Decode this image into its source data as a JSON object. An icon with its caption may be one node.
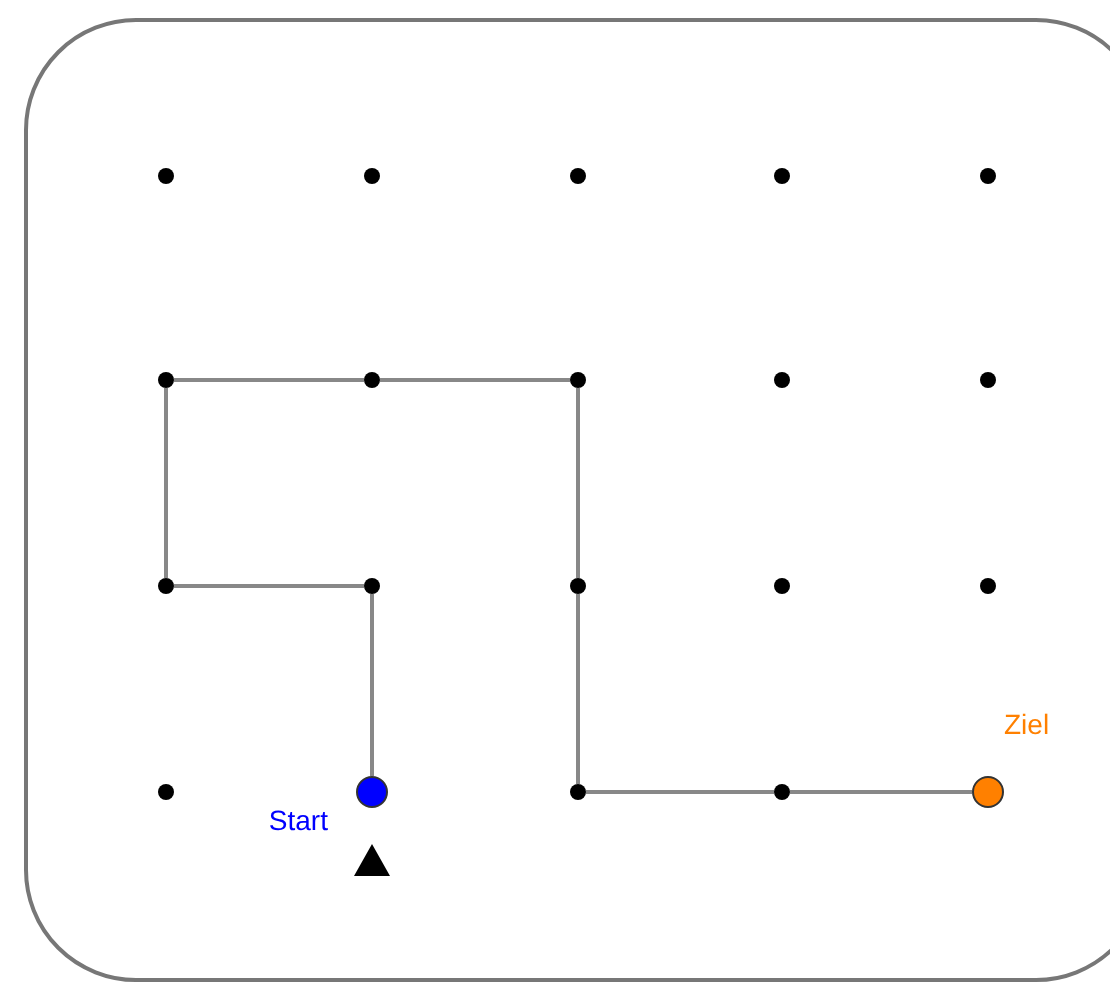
{
  "diagram": {
    "nodes": [
      {
        "text": [],
        "shape": "circle"
      },
      {
        "text": [],
        "shape": "circle"
      },
      {
        "text": [],
        "shape": "circle"
      },
      {
        "text": [],
        "shape": "circle"
      },
      {
        "text": [],
        "shape": "circle"
      },
      {
        "text": [],
        "shape": "circle"
      },
      {
        "text": [],
        "shape": "circle"
      },
      {
        "text": [],
        "shape": "circle"
      },
      {
        "text": [],
        "shape": "circle"
      },
      {
        "text": [],
        "shape": "circle"
      },
      {
        "text": [],
        "shape": "circle"
      },
      {
        "text": [],
        "shape": "circle"
      },
      {
        "text": [],
        "shape": "circle"
      },
      {
        "text": [],
        "shape": "circle"
      },
      {
        "text": [],
        "shape": "circle"
      },
      {
        "text": [],
        "shape": "circle"
      },
      {
        "text": [],
        "shape": "circle",
        "beside": [
          "Start"
        ]
      },
      {
        "text": [],
        "shape": "circle"
      },
      {
        "text": [],
        "shape": "circle"
      },
      {
        "text": [],
        "shape": "circle",
        "beside": [
          "Ziel"
        ]
      }
    ],
    "edges": [
      {
        "from": 16,
        "to": 11,
        "arrow": "none"
      },
      {
        "from": 11,
        "to": 10,
        "arrow": "none"
      },
      {
        "from": 10,
        "to": 5,
        "arrow": "none"
      },
      {
        "from": 5,
        "to": 6,
        "arrow": "none"
      },
      {
        "from": 6,
        "to": 7,
        "arrow": "none"
      },
      {
        "from": 7,
        "to": 12,
        "arrow": "none"
      },
      {
        "from": 12,
        "to": 17,
        "arrow": "none"
      },
      {
        "from": 17,
        "to": 18,
        "arrow": "none"
      },
      {
        "from": 18,
        "to": 19,
        "arrow": "none"
      }
    ]
  }
}
